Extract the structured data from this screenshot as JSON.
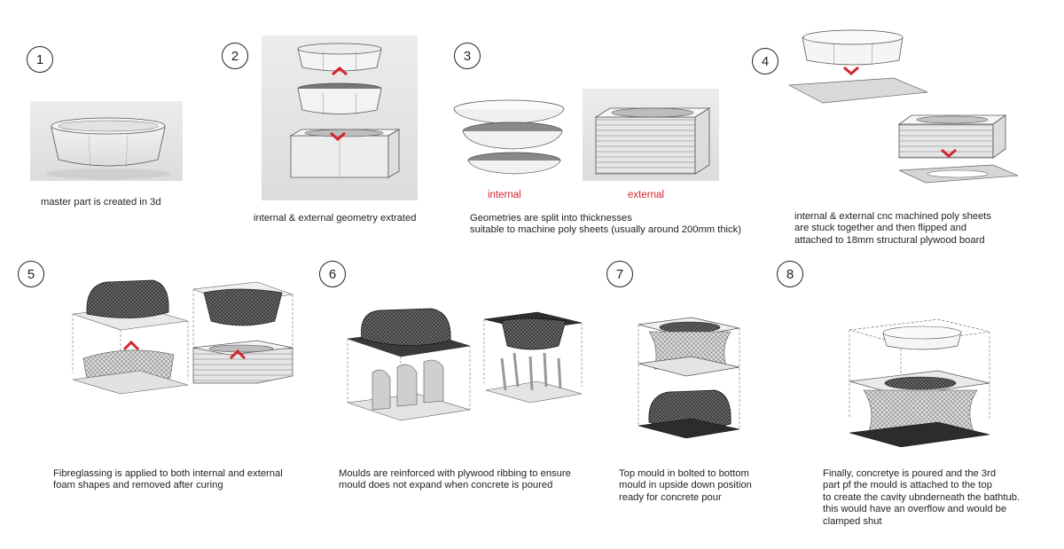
{
  "accent_color": "#d4232e",
  "steps": [
    {
      "number": "1",
      "caption": "master part is created in 3d"
    },
    {
      "number": "2",
      "caption": "internal & external geometry extrated"
    },
    {
      "number": "3",
      "caption": "Geometries are split into thicknesses\nsuitable to machine poly sheets (usually around 200mm thick)",
      "labels": {
        "internal": "internal",
        "external": "external"
      }
    },
    {
      "number": "4",
      "caption": "internal & external cnc machined poly sheets\nare stuck together and then flipped and\nattached to 18mm structural plywood board"
    },
    {
      "number": "5",
      "caption": "Fibreglassing is applied to both internal and external\nfoam shapes and removed after curing"
    },
    {
      "number": "6",
      "caption": "Moulds are reinforced with plywood ribbing to ensure\nmould does not expand when concrete is poured"
    },
    {
      "number": "7",
      "caption": "Top mould in bolted to bottom\nmould in upside down position\nready for concrete pour"
    },
    {
      "number": "8",
      "caption": "Finally, concretye is poured and the 3rd\npart pf the mould is attached to the top\nto create the cavity ubnderneath the bathtub.\nthis would have an overflow and would be\nclamped shut"
    }
  ]
}
